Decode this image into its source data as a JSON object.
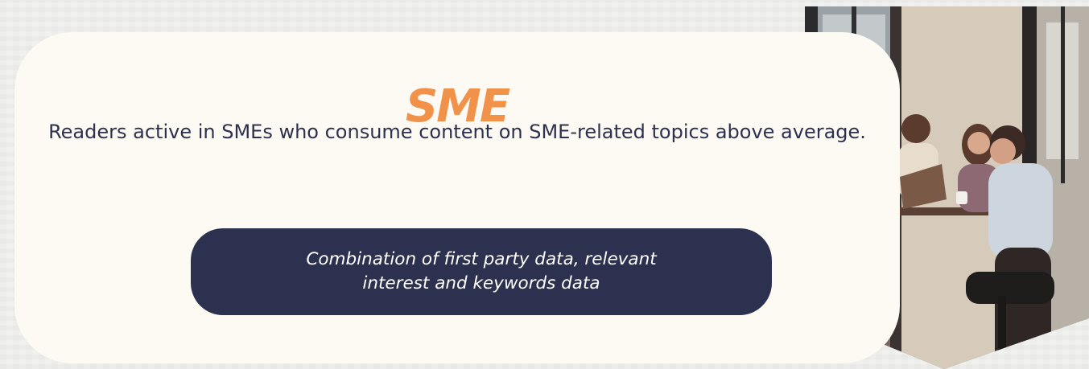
{
  "card": {
    "title": "SME",
    "description": "Readers active in SMEs who consume content on SME-related topics above average.",
    "pill_text": "Combination of first party data, relevant interest and keywords data"
  },
  "colors": {
    "title": "#f0924a",
    "text": "#2d3150",
    "card_background": "#fdf9f3",
    "pill_background": "#2d3150",
    "pill_text": "#ffffff"
  }
}
